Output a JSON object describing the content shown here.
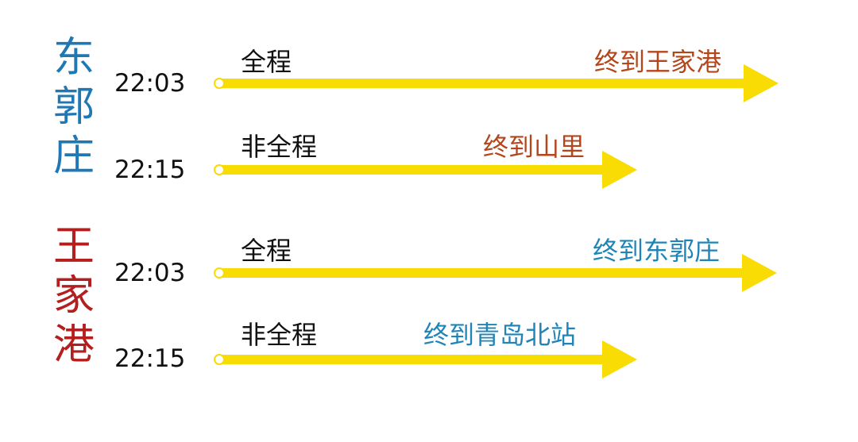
{
  "colors": {
    "arrow": "#f8dc04",
    "station_east": "#1f78b4",
    "station_wang": "#b31e1e",
    "dest_red": "#b5451b",
    "dest_blue": "#1f84b8"
  },
  "groups": [
    {
      "station": "东郭庄",
      "station_chars": [
        "东",
        "郭",
        "庄"
      ],
      "rows": [
        {
          "time": "22:03",
          "service": "全程",
          "destination": "终到王家港"
        },
        {
          "time": "22:15",
          "service": "非全程",
          "destination": "终到山里"
        }
      ]
    },
    {
      "station": "王家港",
      "station_chars": [
        "王",
        "家",
        "港"
      ],
      "rows": [
        {
          "time": "22:03",
          "service": "全程",
          "destination": "终到东郭庄"
        },
        {
          "time": "22:15",
          "service": "非全程",
          "destination": "终到青岛北站"
        }
      ]
    }
  ]
}
